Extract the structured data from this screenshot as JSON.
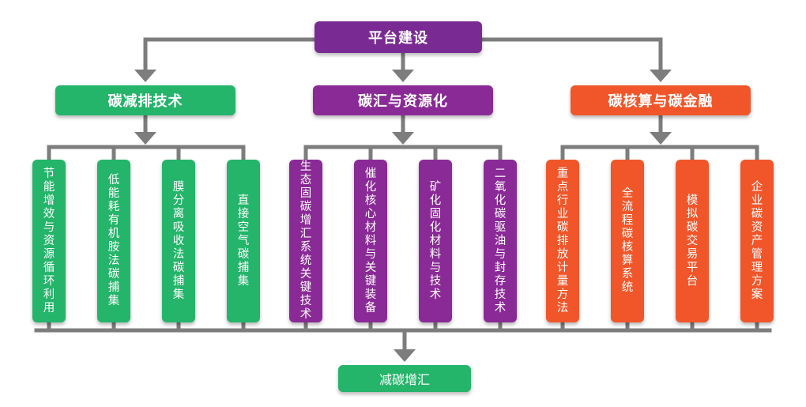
{
  "colors": {
    "top": "#7a2b93",
    "green": "#24b46a",
    "purple": "#8a2a96",
    "orange": "#f0562a",
    "connector": "#7d7d7d"
  },
  "root": {
    "label": "平台建设"
  },
  "categories": [
    {
      "label": "碳减排技术",
      "color": "green",
      "items": [
        "节能增效与资源循环利用",
        "低能耗有机胺法碳捕集",
        "膜分离吸收法碳捕集",
        "直接空气碳捕集"
      ]
    },
    {
      "label": "碳汇与资源化",
      "color": "purple",
      "items": [
        "生态固碳增汇系统关键技术",
        "催化核心材料与关键装备",
        "矿化固化材料与技术",
        "二氧化碳驱油与封存技术"
      ]
    },
    {
      "label": "碳核算与碳金融",
      "color": "orange",
      "items": [
        "重点行业碳排放计量方法",
        "全流程碳核算系统",
        "模拟碳交易平台",
        "企业碳资产管理方案"
      ]
    }
  ],
  "outcome": {
    "label": "减碳增汇"
  }
}
